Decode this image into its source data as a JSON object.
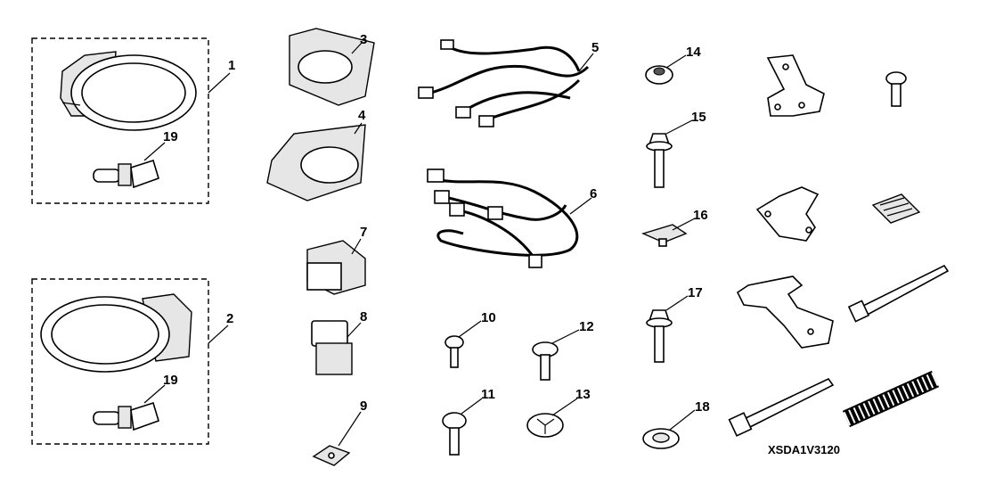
{
  "diagram": {
    "labels": {
      "p1": "1",
      "p19a": "19",
      "p2": "2",
      "p19b": "19",
      "p3": "3",
      "p4": "4",
      "p5": "5",
      "p6": "6",
      "p7": "7",
      "p8": "8",
      "p9": "9",
      "p10": "10",
      "p11": "11",
      "p12": "12",
      "p13": "13",
      "p14": "14",
      "p15": "15",
      "p16": "16",
      "p17": "17",
      "p18": "18"
    },
    "code": "XSDA1V3120"
  }
}
